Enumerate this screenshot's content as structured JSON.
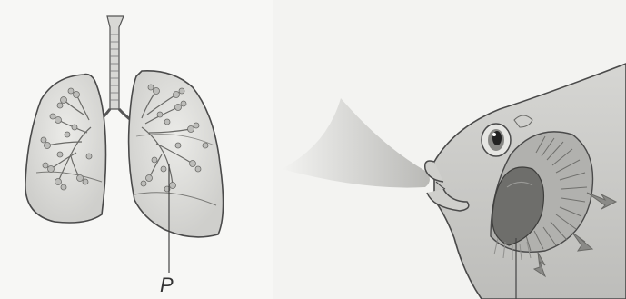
{
  "figures": [
    {
      "subject": "lungs",
      "label": "P"
    },
    {
      "subject": "fish-gills",
      "label": ""
    }
  ],
  "colors": {
    "outline": "#4a4a4a",
    "lung_fill": "#d9d9d6",
    "fish_body": "#c9c9c6",
    "gill_arch": "#6e6e6b",
    "arrow": "#8a8a87",
    "water": "#c6c6c3"
  }
}
